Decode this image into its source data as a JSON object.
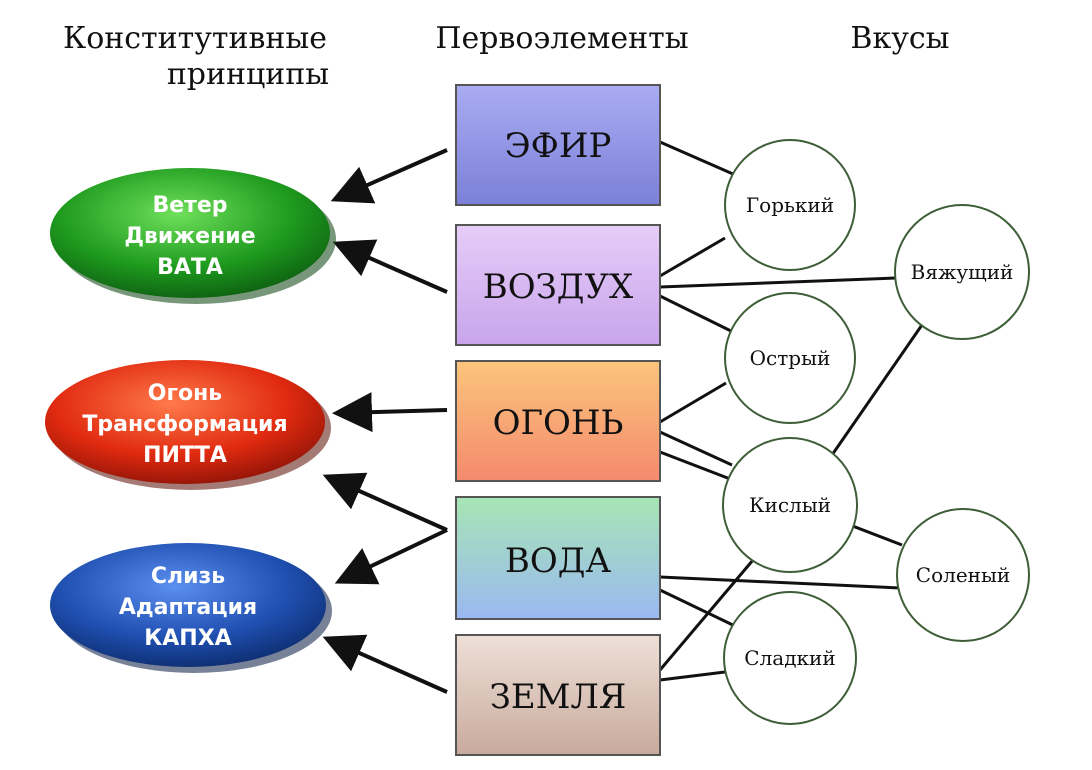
{
  "headers": {
    "principles_line1": "Конститутивные",
    "principles_line2": "принципы",
    "elements": "Первоэлементы",
    "tastes": "Вкусы"
  },
  "doshas": [
    {
      "line1": "Ветер",
      "line2": "Движение",
      "line3": "ВАТА",
      "color": "#1d9a1d"
    },
    {
      "line1": "Огонь",
      "line2": "Трансформация",
      "line3": "ПИТТА",
      "color": "#e03010"
    },
    {
      "line1": "Слизь",
      "line2": "Адаптация",
      "line3": "КАПХА",
      "color": "#1f4fb0"
    }
  ],
  "elements": [
    {
      "label": "ЭФИР",
      "color": "#8f93e0"
    },
    {
      "label": "ВОЗДУХ",
      "color": "#d7b7f0"
    },
    {
      "label": "ОГОНЬ",
      "color": "#f7a36f"
    },
    {
      "label": "ВОДА",
      "color": "#8fd3e8"
    },
    {
      "label": "ЗЕМЛЯ",
      "color": "#d9c2b8"
    }
  ],
  "tastes": [
    {
      "label": "Горький"
    },
    {
      "label": "Вяжущий"
    },
    {
      "label": "Острый"
    },
    {
      "label": "Кислый"
    },
    {
      "label": "Соленый"
    },
    {
      "label": "Сладкий"
    }
  ]
}
